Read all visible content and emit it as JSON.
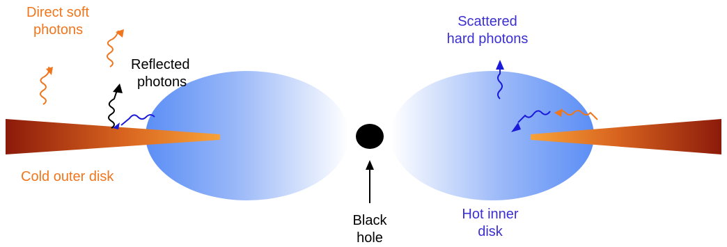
{
  "colors": {
    "orange_text": "#f0761d",
    "blue_text": "#3b2fd0",
    "cold_disk_dark": "#8c1a0a",
    "cold_disk_light": "#f7a23a",
    "hot_disk_edge": "#5b8ef5",
    "hot_disk_center": "#ffffff",
    "black_hole": "#000000",
    "reflected_photon": "#000000",
    "scattered_photon": "#1a1ad8",
    "soft_photon": "#f0761d"
  },
  "labels": {
    "direct_soft_photons": [
      "Direct soft",
      "photons"
    ],
    "reflected_photons": [
      "Reflected",
      "photons"
    ],
    "scattered_hard_photons": [
      "Scattered",
      "hard photons"
    ],
    "cold_outer_disk": "Cold outer disk",
    "black_hole": [
      "Black",
      "hole"
    ],
    "hot_inner_disk": [
      "Hot inner",
      "disk"
    ]
  },
  "icons": {
    "black_hole": "black-hole-dot",
    "photon": "wavy-arrow"
  }
}
